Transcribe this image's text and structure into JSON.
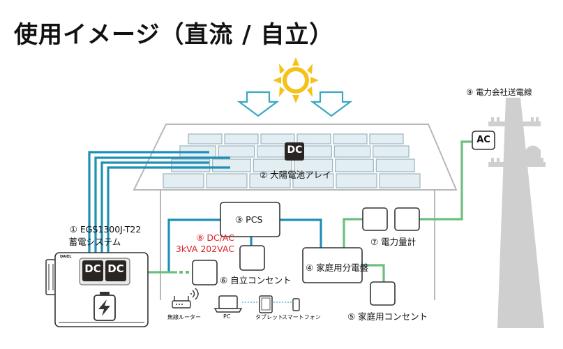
{
  "title": "使用イメージ（直流 / 自立）",
  "colors": {
    "dc_line": "#1f8fb5",
    "ac_line": "#6cbf7e",
    "arrow": "#3aa7c4",
    "sun": "#f5c21a",
    "panel_fill": "#e3eef2",
    "pole": "#cfcfcf",
    "dotted": "#8cc9e8"
  },
  "labels": {
    "solar_array": "② 大陽電池アレイ",
    "pcs": "③ PCS",
    "storage_model": "① EGS1300J-T22",
    "storage_name": "蓄電システム",
    "dcac_line1": "⑧ DC/AC",
    "dcac_line2": "3kVA 202VAC",
    "autonomous_outlet": "⑥ 自立コンセント",
    "distribution_board": "④ 家庭用分電盤",
    "power_meter": "⑦ 電力量計",
    "home_outlet": "⑤ 家庭用コンセント",
    "power_line": "⑨ 電力会社送電線",
    "router": "無線ルーター",
    "pc": "PC",
    "tablet": "タブレット",
    "smartphone": "スマートフォン",
    "dc_badge": "DC",
    "ac_badge": "AC",
    "brand": "DAIEL"
  },
  "icons": [
    "sun-icon",
    "battery-icon",
    "wifi-icon",
    "router-icon",
    "laptop-icon",
    "tablet-icon",
    "smartphone-icon",
    "solar-panel-icon",
    "utility-pole-icon"
  ]
}
